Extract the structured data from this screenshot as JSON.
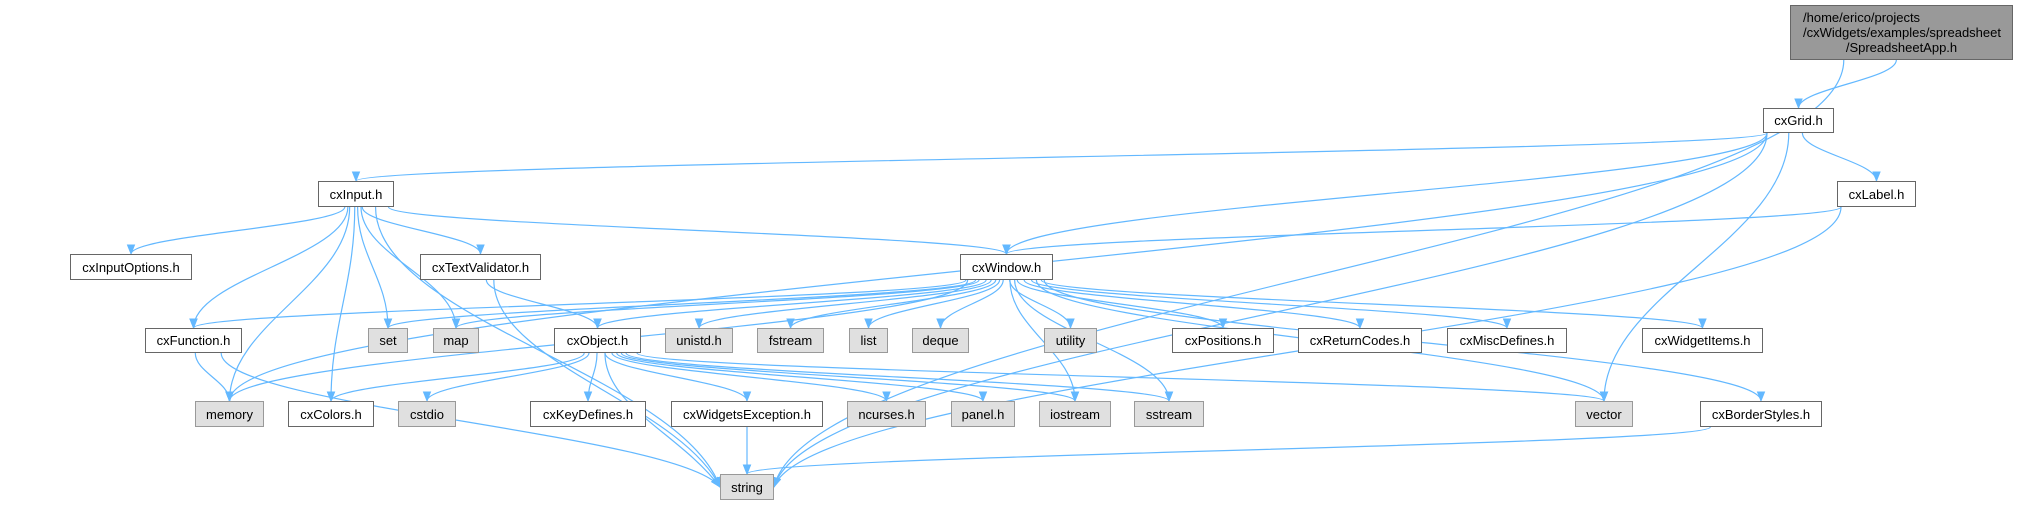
{
  "graph": {
    "edge_color": "#63b8ff",
    "root": {
      "id": "root",
      "lines": [
        "/home/erico/projects",
        "/cxWidgets/examples/spreadsheet",
        "/SpreadsheetApp.h"
      ]
    },
    "nodes": [
      {
        "id": "cxGrid",
        "label": "cxGrid.h",
        "kind": "local"
      },
      {
        "id": "cxLabel",
        "label": "cxLabel.h",
        "kind": "local"
      },
      {
        "id": "cxInput",
        "label": "cxInput.h",
        "kind": "local"
      },
      {
        "id": "cxInputOptions",
        "label": "cxInputOptions.h",
        "kind": "local"
      },
      {
        "id": "cxTextValidator",
        "label": "cxTextValidator.h",
        "kind": "local"
      },
      {
        "id": "cxWindow",
        "label": "cxWindow.h",
        "kind": "local"
      },
      {
        "id": "cxFunction",
        "label": "cxFunction.h",
        "kind": "local"
      },
      {
        "id": "set",
        "label": "set",
        "kind": "system"
      },
      {
        "id": "map",
        "label": "map",
        "kind": "system"
      },
      {
        "id": "cxObject",
        "label": "cxObject.h",
        "kind": "local"
      },
      {
        "id": "unistd",
        "label": "unistd.h",
        "kind": "system"
      },
      {
        "id": "fstream",
        "label": "fstream",
        "kind": "system"
      },
      {
        "id": "list",
        "label": "list",
        "kind": "system"
      },
      {
        "id": "deque",
        "label": "deque",
        "kind": "system"
      },
      {
        "id": "utility",
        "label": "utility",
        "kind": "system"
      },
      {
        "id": "cxPositions",
        "label": "cxPositions.h",
        "kind": "local"
      },
      {
        "id": "cxReturnCodes",
        "label": "cxReturnCodes.h",
        "kind": "local"
      },
      {
        "id": "cxMiscDefines",
        "label": "cxMiscDefines.h",
        "kind": "local"
      },
      {
        "id": "cxWidgetItems",
        "label": "cxWidgetItems.h",
        "kind": "local"
      },
      {
        "id": "memory",
        "label": "memory",
        "kind": "system"
      },
      {
        "id": "cxColors",
        "label": "cxColors.h",
        "kind": "local"
      },
      {
        "id": "cstdio",
        "label": "cstdio",
        "kind": "system"
      },
      {
        "id": "cxKeyDefines",
        "label": "cxKeyDefines.h",
        "kind": "local"
      },
      {
        "id": "cxWidgetsException",
        "label": "cxWidgetsException.h",
        "kind": "local"
      },
      {
        "id": "ncurses",
        "label": "ncurses.h",
        "kind": "system"
      },
      {
        "id": "panel",
        "label": "panel.h",
        "kind": "system"
      },
      {
        "id": "iostream",
        "label": "iostream",
        "kind": "system"
      },
      {
        "id": "sstream",
        "label": "sstream",
        "kind": "system"
      },
      {
        "id": "vector",
        "label": "vector",
        "kind": "system"
      },
      {
        "id": "cxBorderStyles",
        "label": "cxBorderStyles.h",
        "kind": "local"
      },
      {
        "id": "string",
        "label": "string",
        "kind": "system"
      }
    ],
    "edges": [
      [
        "root",
        "cxGrid"
      ],
      [
        "root",
        "string"
      ],
      [
        "cxGrid",
        "cxInput"
      ],
      [
        "cxGrid",
        "memory"
      ],
      [
        "cxGrid",
        "cxWindow"
      ],
      [
        "cxGrid",
        "cxLabel"
      ],
      [
        "cxGrid",
        "vector"
      ],
      [
        "cxGrid",
        "string"
      ],
      [
        "cxLabel",
        "cxWindow"
      ],
      [
        "cxLabel",
        "string"
      ],
      [
        "cxInput",
        "cxInputOptions"
      ],
      [
        "cxInput",
        "cxTextValidator"
      ],
      [
        "cxInput",
        "cxFunction"
      ],
      [
        "cxInput",
        "memory"
      ],
      [
        "cxInput",
        "cxColors"
      ],
      [
        "cxInput",
        "set"
      ],
      [
        "cxInput",
        "map"
      ],
      [
        "cxInput",
        "cxWindow"
      ],
      [
        "cxInput",
        "string"
      ],
      [
        "cxTextValidator",
        "string"
      ],
      [
        "cxTextValidator",
        "cxObject"
      ],
      [
        "cxFunction",
        "memory"
      ],
      [
        "cxFunction",
        "string"
      ],
      [
        "cxWindow",
        "cxFunction"
      ],
      [
        "cxWindow",
        "set"
      ],
      [
        "cxWindow",
        "map"
      ],
      [
        "cxWindow",
        "memory"
      ],
      [
        "cxWindow",
        "cxObject"
      ],
      [
        "cxWindow",
        "unistd"
      ],
      [
        "cxWindow",
        "fstream"
      ],
      [
        "cxWindow",
        "list"
      ],
      [
        "cxWindow",
        "deque"
      ],
      [
        "cxWindow",
        "utility"
      ],
      [
        "cxWindow",
        "iostream"
      ],
      [
        "cxWindow",
        "sstream"
      ],
      [
        "cxWindow",
        "cxPositions"
      ],
      [
        "cxWindow",
        "cxReturnCodes"
      ],
      [
        "cxWindow",
        "cxMiscDefines"
      ],
      [
        "cxWindow",
        "cxWidgetItems"
      ],
      [
        "cxWindow",
        "vector"
      ],
      [
        "cxWindow",
        "cxBorderStyles"
      ],
      [
        "cxObject",
        "cxColors"
      ],
      [
        "cxObject",
        "cstdio"
      ],
      [
        "cxObject",
        "cxKeyDefines"
      ],
      [
        "cxObject",
        "cxWidgetsException"
      ],
      [
        "cxObject",
        "ncurses"
      ],
      [
        "cxObject",
        "panel"
      ],
      [
        "cxObject",
        "iostream"
      ],
      [
        "cxObject",
        "sstream"
      ],
      [
        "cxObject",
        "vector"
      ],
      [
        "cxObject",
        "string"
      ],
      [
        "cxWidgetsException",
        "string"
      ],
      [
        "cxBorderStyles",
        "string"
      ]
    ]
  }
}
